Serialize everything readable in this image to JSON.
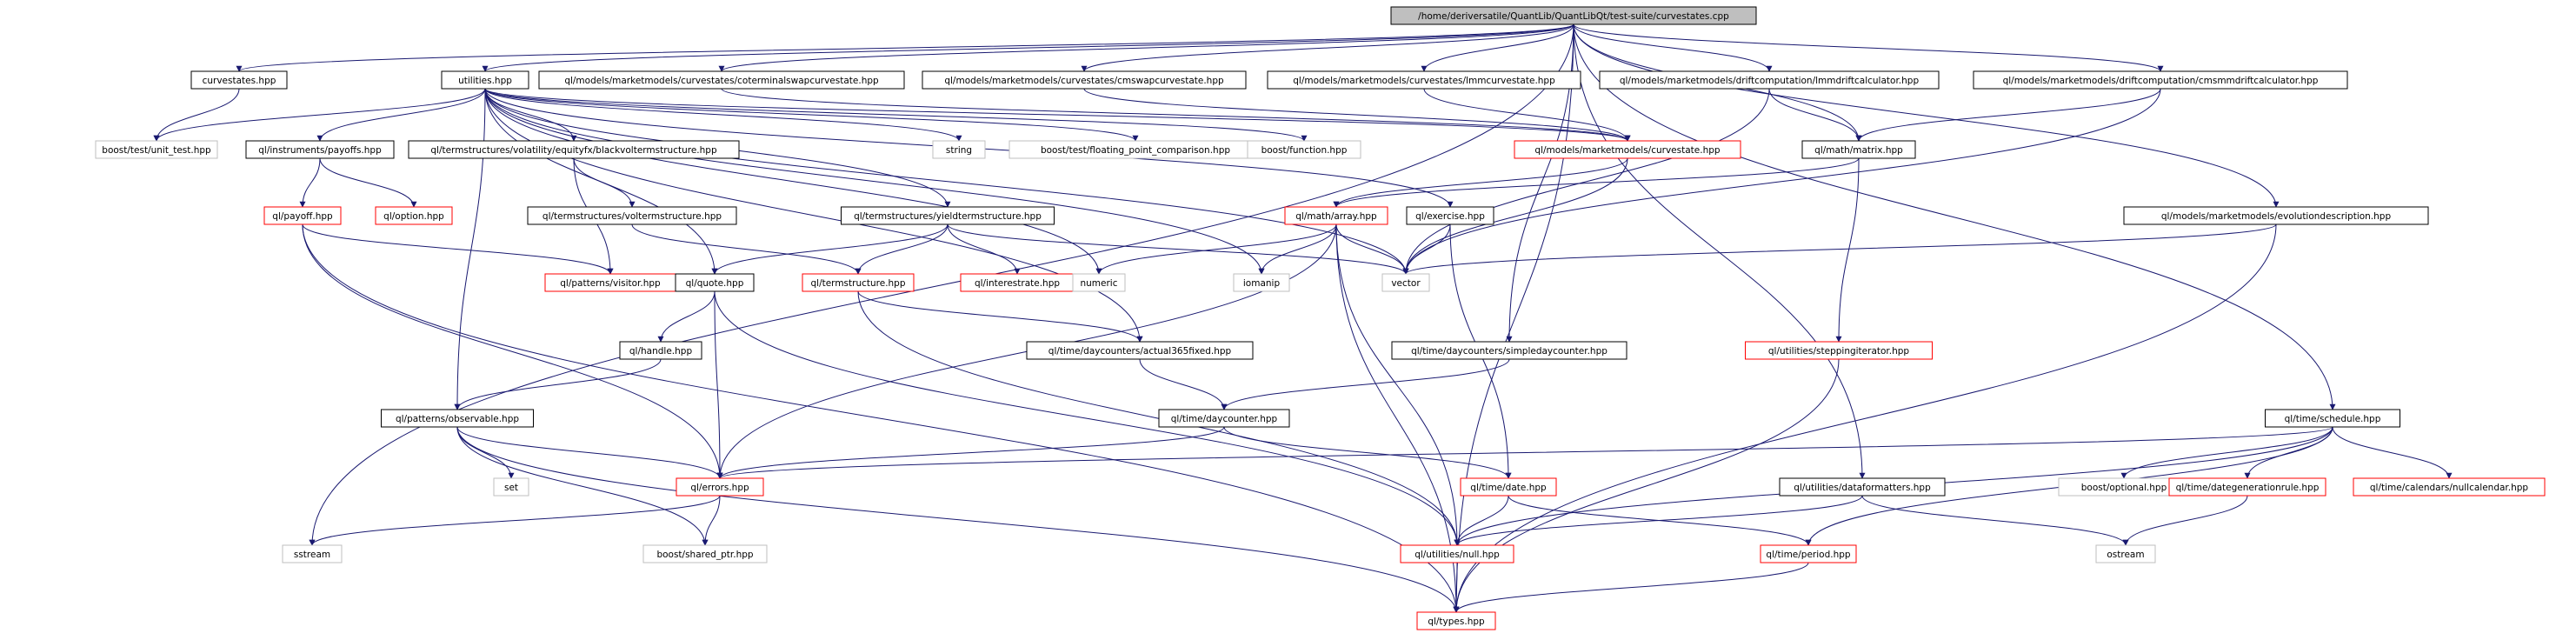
{
  "colors": {
    "edge": "#191970",
    "root_fill": "#bfbfbf",
    "border_default": "#000000",
    "border_truncated": "#ff0000",
    "border_external": "#bfbfbf"
  },
  "nodes": {
    "root": {
      "label": "/home/deriversatile/QuantLib/QuantLibQt/test-suite/curvestates.cpp",
      "style": "root"
    },
    "curvestates_hpp": {
      "label": "curvestates.hpp",
      "style": "normal"
    },
    "utilities_hpp": {
      "label": "utilities.hpp",
      "style": "normal"
    },
    "coterminal": {
      "label": "ql/models/marketmodels/curvestates/coterminalswapcurvestate.hpp",
      "style": "normal"
    },
    "cmswap": {
      "label": "ql/models/marketmodels/curvestates/cmswapcurvestate.hpp",
      "style": "normal"
    },
    "lmmcurve": {
      "label": "ql/models/marketmodels/curvestates/lmmcurvestate.hpp",
      "style": "normal"
    },
    "lmmdrift": {
      "label": "ql/models/marketmodels/driftcomputation/lmmdriftcalculator.hpp",
      "style": "normal"
    },
    "cmsmmdrift": {
      "label": "ql/models/marketmodels/driftcomputation/cmsmmdriftcalculator.hpp",
      "style": "normal"
    },
    "unit_test": {
      "label": "boost/test/unit_test.hpp",
      "style": "external"
    },
    "payoffs_hpp": {
      "label": "ql/instruments/payoffs.hpp",
      "style": "normal"
    },
    "blackvol": {
      "label": "ql/termstructures/volatility/equityfx/blackvoltermstructure.hpp",
      "style": "normal"
    },
    "string": {
      "label": "string",
      "style": "external"
    },
    "fpcompare": {
      "label": "boost/test/floating_point_comparison.hpp",
      "style": "external"
    },
    "bfunction": {
      "label": "boost/function.hpp",
      "style": "external"
    },
    "curvestate": {
      "label": "ql/models/marketmodels/curvestate.hpp",
      "style": "truncated"
    },
    "matrix": {
      "label": "ql/math/matrix.hpp",
      "style": "normal"
    },
    "payoff": {
      "label": "ql/payoff.hpp",
      "style": "truncated"
    },
    "option": {
      "label": "ql/option.hpp",
      "style": "truncated"
    },
    "voltermstructure": {
      "label": "ql/termstructures/voltermstructure.hpp",
      "style": "normal"
    },
    "yieldts": {
      "label": "ql/termstructures/yieldtermstructure.hpp",
      "style": "normal"
    },
    "array": {
      "label": "ql/math/array.hpp",
      "style": "truncated"
    },
    "exercise": {
      "label": "ql/exercise.hpp",
      "style": "normal"
    },
    "evoldesc": {
      "label": "ql/models/marketmodels/evolutiondescription.hpp",
      "style": "normal"
    },
    "visitor": {
      "label": "ql/patterns/visitor.hpp",
      "style": "truncated"
    },
    "quote": {
      "label": "ql/quote.hpp",
      "style": "normal"
    },
    "termstructure": {
      "label": "ql/termstructure.hpp",
      "style": "truncated"
    },
    "interestrate": {
      "label": "ql/interestrate.hpp",
      "style": "truncated"
    },
    "numeric": {
      "label": "numeric",
      "style": "external"
    },
    "iomanip": {
      "label": "iomanip",
      "style": "external"
    },
    "vector": {
      "label": "vector",
      "style": "external"
    },
    "handle": {
      "label": "ql/handle.hpp",
      "style": "normal"
    },
    "actual365": {
      "label": "ql/time/daycounters/actual365fixed.hpp",
      "style": "normal"
    },
    "simpledc": {
      "label": "ql/time/daycounters/simpledaycounter.hpp",
      "style": "normal"
    },
    "stepiter": {
      "label": "ql/utilities/steppingiterator.hpp",
      "style": "truncated"
    },
    "observable": {
      "label": "ql/patterns/observable.hpp",
      "style": "normal"
    },
    "daycounter": {
      "label": "ql/time/daycounter.hpp",
      "style": "normal"
    },
    "schedule": {
      "label": "ql/time/schedule.hpp",
      "style": "normal"
    },
    "set": {
      "label": "set",
      "style": "external"
    },
    "errors": {
      "label": "ql/errors.hpp",
      "style": "truncated"
    },
    "date": {
      "label": "ql/time/date.hpp",
      "style": "truncated"
    },
    "dataformatters": {
      "label": "ql/utilities/dataformatters.hpp",
      "style": "normal"
    },
    "boptional": {
      "label": "boost/optional.hpp",
      "style": "external"
    },
    "dategenrule": {
      "label": "ql/time/dategenerationrule.hpp",
      "style": "truncated"
    },
    "nullcalendar": {
      "label": "ql/time/calendars/nullcalendar.hpp",
      "style": "truncated"
    },
    "sstream": {
      "label": "sstream",
      "style": "external"
    },
    "sharedptr": {
      "label": "boost/shared_ptr.hpp",
      "style": "external"
    },
    "null": {
      "label": "ql/utilities/null.hpp",
      "style": "truncated"
    },
    "period": {
      "label": "ql/time/period.hpp",
      "style": "truncated"
    },
    "ostream": {
      "label": "ostream",
      "style": "external"
    },
    "types": {
      "label": "ql/types.hpp",
      "style": "truncated"
    }
  },
  "edges": [
    [
      "root",
      "curvestates_hpp"
    ],
    [
      "root",
      "utilities_hpp"
    ],
    [
      "root",
      "coterminal"
    ],
    [
      "root",
      "cmswap"
    ],
    [
      "root",
      "lmmcurve"
    ],
    [
      "root",
      "lmmdrift"
    ],
    [
      "root",
      "cmsmmdrift"
    ],
    [
      "root",
      "matrix"
    ],
    [
      "root",
      "evoldesc"
    ],
    [
      "root",
      "simpledc"
    ],
    [
      "root",
      "schedule"
    ],
    [
      "root",
      "dataformatters"
    ],
    [
      "root",
      "sstream"
    ],
    [
      "root",
      "types"
    ],
    [
      "curvestates_hpp",
      "unit_test"
    ],
    [
      "utilities_hpp",
      "unit_test"
    ],
    [
      "utilities_hpp",
      "payoffs_hpp"
    ],
    [
      "utilities_hpp",
      "blackvol"
    ],
    [
      "utilities_hpp",
      "string"
    ],
    [
      "utilities_hpp",
      "fpcompare"
    ],
    [
      "utilities_hpp",
      "bfunction"
    ],
    [
      "utilities_hpp",
      "curvestate"
    ],
    [
      "utilities_hpp",
      "yieldts"
    ],
    [
      "utilities_hpp",
      "exercise"
    ],
    [
      "utilities_hpp",
      "quote"
    ],
    [
      "utilities_hpp",
      "numeric"
    ],
    [
      "utilities_hpp",
      "iomanip"
    ],
    [
      "utilities_hpp",
      "vector"
    ],
    [
      "utilities_hpp",
      "actual365"
    ],
    [
      "utilities_hpp",
      "observable"
    ],
    [
      "coterminal",
      "curvestate"
    ],
    [
      "cmswap",
      "curvestate"
    ],
    [
      "lmmcurve",
      "curvestate"
    ],
    [
      "lmmdrift",
      "matrix"
    ],
    [
      "lmmdrift",
      "vector"
    ],
    [
      "cmsmmdrift",
      "matrix"
    ],
    [
      "cmsmmdrift",
      "vector"
    ],
    [
      "payoffs_hpp",
      "payoff"
    ],
    [
      "payoffs_hpp",
      "option"
    ],
    [
      "blackvol",
      "voltermstructure"
    ],
    [
      "blackvol",
      "visitor"
    ],
    [
      "curvestate",
      "array"
    ],
    [
      "curvestate",
      "vector"
    ],
    [
      "matrix",
      "array"
    ],
    [
      "matrix",
      "stepiter"
    ],
    [
      "payoff",
      "visitor"
    ],
    [
      "payoff",
      "errors"
    ],
    [
      "payoff",
      "types"
    ],
    [
      "voltermstructure",
      "termstructure"
    ],
    [
      "yieldts",
      "quote"
    ],
    [
      "yieldts",
      "termstructure"
    ],
    [
      "yieldts",
      "interestrate"
    ],
    [
      "yieldts",
      "vector"
    ],
    [
      "array",
      "numeric"
    ],
    [
      "array",
      "iomanip"
    ],
    [
      "array",
      "vector"
    ],
    [
      "array",
      "errors"
    ],
    [
      "array",
      "null"
    ],
    [
      "array",
      "types"
    ],
    [
      "exercise",
      "vector"
    ],
    [
      "exercise",
      "date"
    ],
    [
      "evoldesc",
      "vector"
    ],
    [
      "evoldesc",
      "types"
    ],
    [
      "quote",
      "handle"
    ],
    [
      "quote",
      "errors"
    ],
    [
      "quote",
      "null"
    ],
    [
      "termstructure",
      "actual365"
    ],
    [
      "termstructure",
      "null"
    ],
    [
      "handle",
      "observable"
    ],
    [
      "actual365",
      "daycounter"
    ],
    [
      "simpledc",
      "daycounter"
    ],
    [
      "stepiter",
      "types"
    ],
    [
      "observable",
      "set"
    ],
    [
      "observable",
      "errors"
    ],
    [
      "observable",
      "sharedptr"
    ],
    [
      "observable",
      "types"
    ],
    [
      "daycounter",
      "errors"
    ],
    [
      "daycounter",
      "date"
    ],
    [
      "schedule",
      "errors"
    ],
    [
      "schedule",
      "null"
    ],
    [
      "schedule",
      "boptional"
    ],
    [
      "schedule",
      "dategenrule"
    ],
    [
      "schedule",
      "nullcalendar"
    ],
    [
      "schedule",
      "period"
    ],
    [
      "errors",
      "sstream"
    ],
    [
      "errors",
      "sharedptr"
    ],
    [
      "date",
      "null"
    ],
    [
      "date",
      "period"
    ],
    [
      "dataformatters",
      "null"
    ],
    [
      "dataformatters",
      "ostream"
    ],
    [
      "dategenrule",
      "ostream"
    ],
    [
      "null",
      "types"
    ],
    [
      "period",
      "types"
    ]
  ]
}
